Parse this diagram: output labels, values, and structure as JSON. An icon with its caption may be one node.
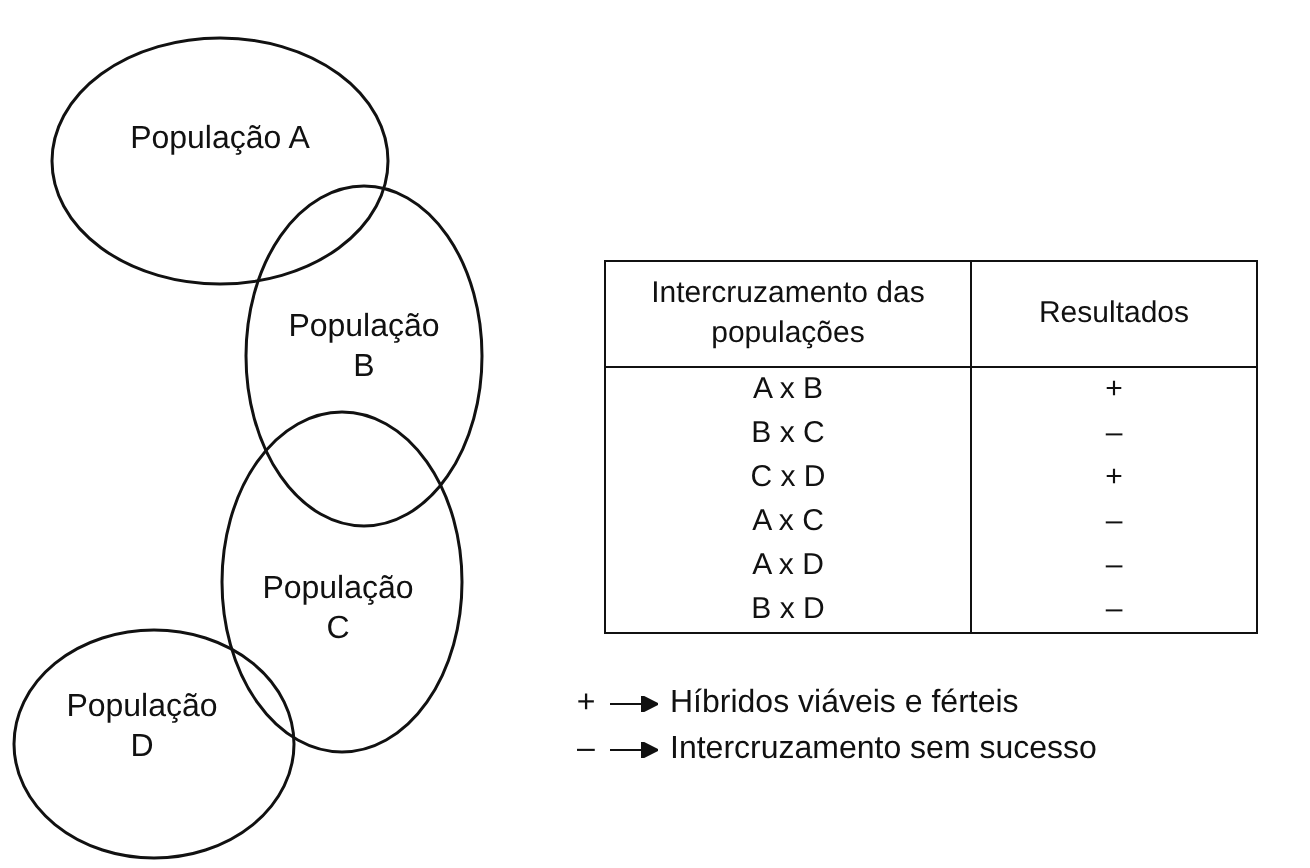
{
  "diagram": {
    "nodes": [
      {
        "text": [
          "População A"
        ]
      },
      {
        "text": [
          "População B"
        ]
      },
      {
        "text": [
          "População C"
        ]
      },
      {
        "text": [
          "População D"
        ]
      }
    ],
    "edges": [],
    "labels": [
      "Intercruzamento das populações",
      "Resultados",
      "A x B",
      "+",
      "B x C",
      "–",
      "C x D",
      "+",
      "A x C",
      "–",
      "A x D",
      "–",
      "B x D",
      "–",
      "+",
      "–"
    ],
    "legend": [
      {
        "text": "Híbridos viáveis e férteis"
      },
      {
        "text": "Intercruzamento sem sucesso"
      }
    ]
  }
}
